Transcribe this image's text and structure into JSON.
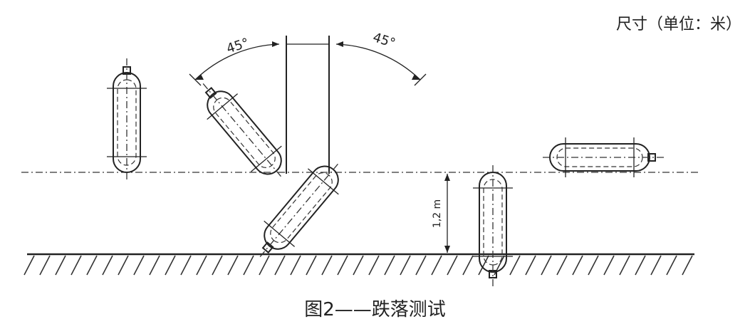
{
  "unit_note": "尺寸（单位：米）",
  "caption": "图2——跌落测试",
  "angle_left": "45°",
  "angle_right": "45°",
  "drop_height": "1,2 m"
}
